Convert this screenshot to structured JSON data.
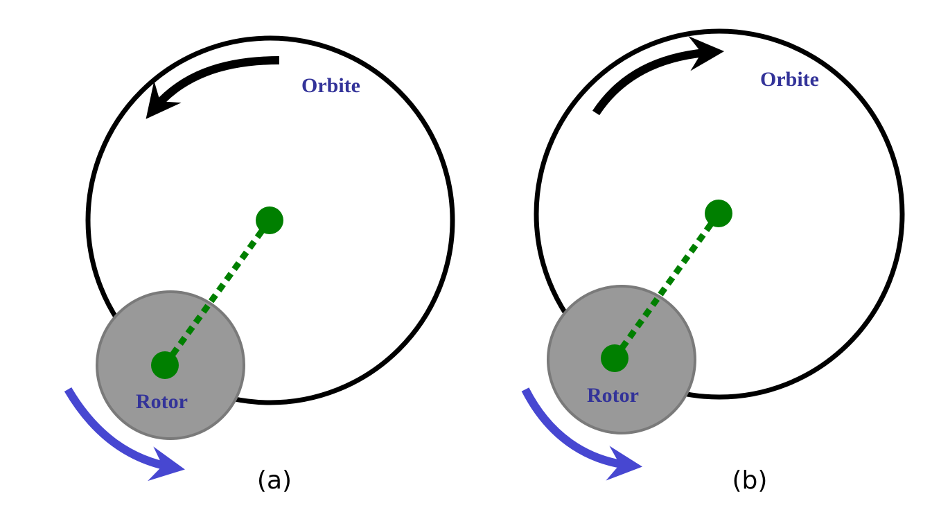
{
  "colors": {
    "orbit_stroke": "#000000",
    "rotor_fill": "#999999",
    "rotor_stroke": "#7a7a7a",
    "center_dots": "#007f00",
    "label_text": "#333399",
    "rotor_arrow": "#4747d1",
    "caption_text": "#000000"
  },
  "panels": [
    {
      "caption": "(a)",
      "orbit_label": "Orbite",
      "rotor_label": "Rotor",
      "orbit_arrow_direction": "counterclockwise",
      "rotor_arrow_direction": "counterclockwise"
    },
    {
      "caption": "(b)",
      "orbit_label": "Orbite",
      "rotor_label": "Rotor",
      "orbit_arrow_direction": "clockwise",
      "rotor_arrow_direction": "counterclockwise"
    }
  ]
}
